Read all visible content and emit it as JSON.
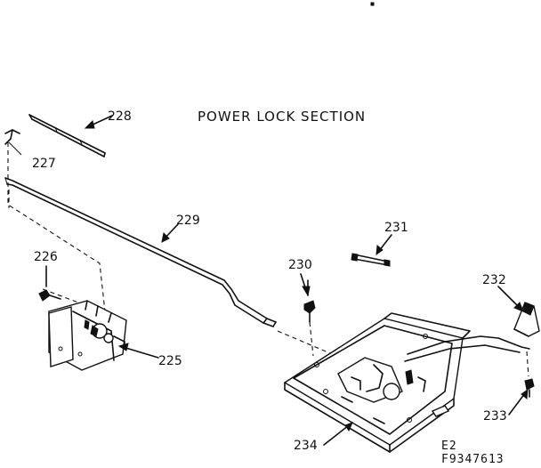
{
  "title": "POWER LOCK SECTION",
  "labels": {
    "p225": "225",
    "p226": "226",
    "p227": "227",
    "p228": "228",
    "p229": "229",
    "p230": "230",
    "p231": "231",
    "p232": "232",
    "p233": "233",
    "p234": "234"
  },
  "code_line1": "E2",
  "code_line2": "F9347613"
}
